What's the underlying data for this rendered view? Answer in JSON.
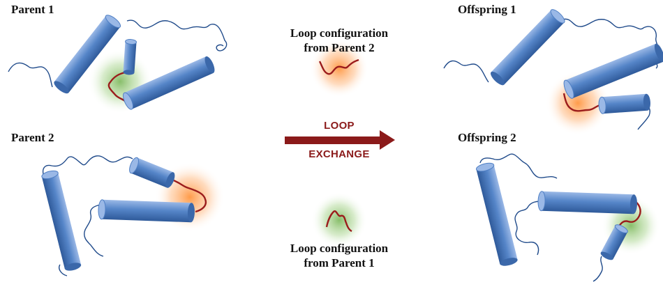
{
  "panels": {
    "parent1": "Parent 1",
    "parent2": "Parent 2",
    "offspring1": "Offspring 1",
    "offspring2": "Offspring 2"
  },
  "center": {
    "top_line1": "Loop configuration",
    "top_line2": "from Parent 2",
    "bottom_line1": "Loop configuration",
    "bottom_line2": "from Parent 1"
  },
  "arrow": {
    "top": "LOOP",
    "bottom": "EXCHANGE"
  },
  "colors": {
    "helix_light": "#8fb0e0",
    "helix_mid": "#4f7fc4",
    "helix_dark": "#2f5a9a",
    "loop_chain": "#1f4a8a",
    "exchanged_loop": "#9b1c1c",
    "glow_orange": "#ff9a3c",
    "glow_green": "#7bbf5a",
    "arrow": "#8b1a1a"
  }
}
